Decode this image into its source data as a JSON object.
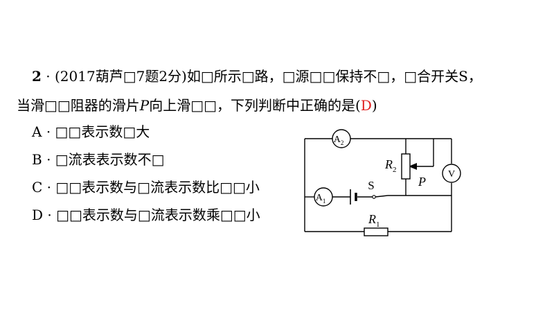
{
  "question": {
    "number": "2",
    "sep": "·",
    "source": "(2017葫芦□7题2分)",
    "line1_text": "如□所示□路，□源□□保持不□，□合开关S，",
    "line2_pre": "当滑□□阻器的滑片",
    "line2_var": "P",
    "line2_post": "向上滑□□，下列判断中正确的是(",
    "answer": "D",
    "close_paren": ")"
  },
  "options": [
    {
      "letter": "A",
      "sep": "·",
      "text": "□□表示数□大"
    },
    {
      "letter": "B",
      "sep": "·",
      "text": "□流表表示数不□"
    },
    {
      "letter": "C",
      "sep": "·",
      "text": "□□表示数与□流表示数比□□小"
    },
    {
      "letter": "D",
      "sep": "·",
      "text": "□□表示数与□流表示数乘□□小"
    }
  ],
  "circuit": {
    "ammeter2": {
      "symbol": "A",
      "sub": "2"
    },
    "ammeter1": {
      "symbol": "A",
      "sub": "1"
    },
    "voltmeter": "V",
    "r2": {
      "symbol": "R",
      "sub": "2"
    },
    "r1": {
      "symbol": "R",
      "sub": "1"
    },
    "slider": "P",
    "switch": "S"
  }
}
